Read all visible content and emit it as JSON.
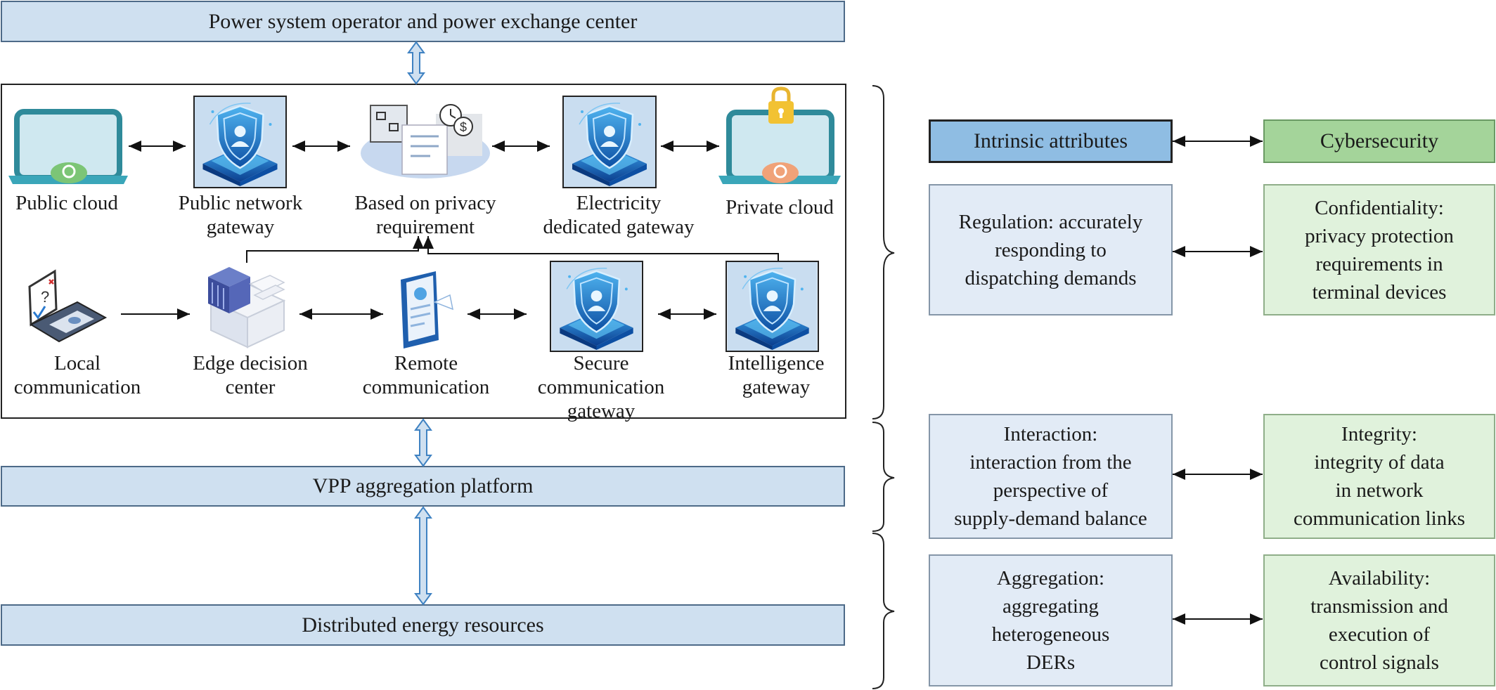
{
  "top_bar": "Power system operator and power exchange center",
  "vpp_bar": "VPP aggregation platform",
  "der_bar": "Distributed energy resources",
  "row1": [
    {
      "label": "Public cloud",
      "icon": "laptop-cloud-icon"
    },
    {
      "label": "Public network\ngateway",
      "icon": "shield-gateway-icon"
    },
    {
      "label": "Based on privacy\nrequirement",
      "icon": "documents-privacy-icon"
    },
    {
      "label": "Electricity\ndedicated gateway",
      "icon": "shield-gateway-icon"
    },
    {
      "label": "Private cloud",
      "icon": "laptop-lock-icon"
    }
  ],
  "row2": [
    {
      "label": "Local\ncommunication",
      "icon": "laptop-checklist-icon"
    },
    {
      "label": "Edge decision\ncenter",
      "icon": "server-rack-icon"
    },
    {
      "label": "Remote\ncommunication",
      "icon": "tablet-document-icon"
    },
    {
      "label": "Secure\ncommunication\ngateway",
      "icon": "shield-gateway-icon"
    },
    {
      "label": "Intelligence\ngateway",
      "icon": "shield-gateway-icon"
    }
  ],
  "table": {
    "header_left": "Intrinsic attributes",
    "header_right": "Cybersecurity",
    "rows": [
      {
        "left": "Regulation: accurately\nresponding to\ndispatching demands",
        "right": "Confidentiality:\nprivacy protection\nrequirements in\nterminal devices"
      },
      {
        "left": "Interaction:\ninteraction from the\nperspective of\nsupply-demand balance",
        "right": "Integrity:\nintegrity of data\nin network\ncommunication links"
      },
      {
        "left": "Aggregation:\naggregating\nheterogeneous\nDERs",
        "right": "Availability:\ntransmission and\nexecution of\ncontrol signals"
      }
    ]
  },
  "colors": {
    "bar_fill": "#cfe0f0",
    "header_blue": "#8fbde3",
    "header_green": "#a4d49a",
    "cell_blue": "#e2ebf6",
    "cell_green": "#e0f2dc",
    "shield_blue": "#1f6fc4"
  }
}
